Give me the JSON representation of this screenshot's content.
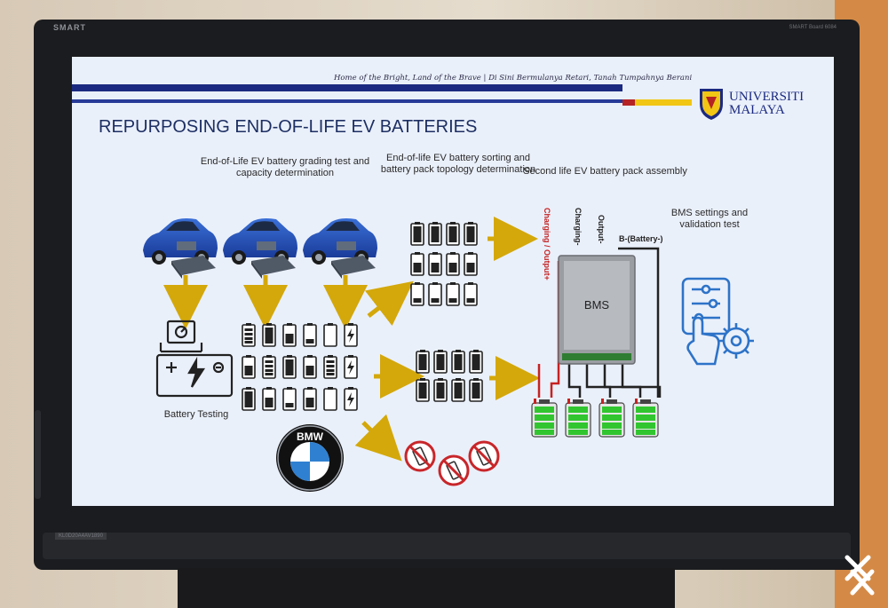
{
  "monitor": {
    "brand": "SMART",
    "model": "SMART Board 6084",
    "serial": "KL0D20A4AV1890"
  },
  "slide": {
    "slogan": "Home of the Bright, Land of the Brave | Di Sini Bermulanya Retari, Tanah Tumpahnya Berani",
    "university": {
      "line1": "UNIVERSITI",
      "line2": "MALAYA"
    },
    "title": "REPURPOSING END-OF-LIFE EV BATTERIES",
    "captions": {
      "grading": "End-of-Life EV battery grading test and capacity determination",
      "sorting": "End-of-life EV battery sorting and battery pack topology determination",
      "assembly": "Second life EV battery pack assembly",
      "bms_settings": "BMS settings and validation test",
      "battery_testing": "Battery Testing"
    },
    "bms": {
      "label": "BMS",
      "wires": {
        "charging_output_plus": "Charging / Output+",
        "charging_minus": "Charging-",
        "output_minus": "Output-",
        "b_battery_minus": "B-(Battery-)"
      }
    },
    "bmw_logo": {
      "letters": "BMW"
    }
  },
  "colors": {
    "accent_blue": "#1b2a80",
    "arrow_yellow": "#d4a80a",
    "battery_green": "#31c52f",
    "wire_red": "#c62222",
    "forbidden_red": "#c8262a"
  }
}
